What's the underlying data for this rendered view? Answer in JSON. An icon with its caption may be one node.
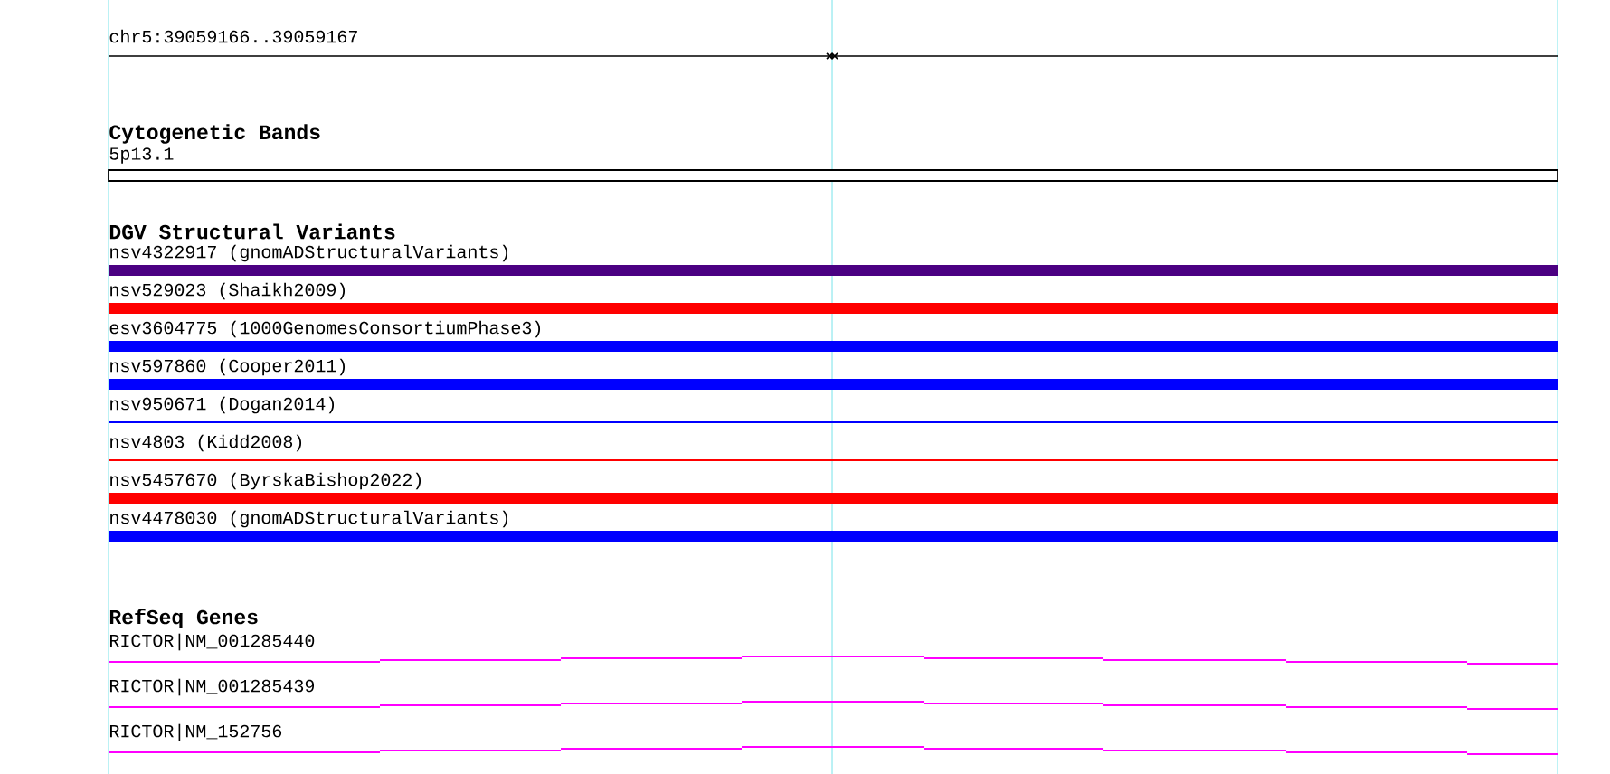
{
  "diagram": {
    "nodes": [
      {
        "text": [
          "5p13.1"
        ]
      },
      {
        "text": [
          "nsv4322917 (gnomADStructuralVariants)"
        ]
      },
      {
        "text": [
          "nsv529023 (Shaikh2009)"
        ]
      },
      {
        "text": [
          "esv3604775 (1000GenomesConsortiumPhase3)"
        ]
      },
      {
        "text": [
          "nsv597860 (Cooper2011)"
        ]
      },
      {
        "text": [
          "nsv950671 (Dogan2014)"
        ]
      },
      {
        "text": [
          "nsv4803 (Kidd2008)"
        ]
      },
      {
        "text": [
          "nsv5457670 (ByrskaBishop2022)"
        ]
      },
      {
        "text": [
          "nsv4478030 (gnomADStructuralVariants)"
        ]
      },
      {
        "text": [
          "RICTOR|NM_001285440"
        ]
      },
      {
        "text": [
          "RICTOR|NM_001285439"
        ]
      },
      {
        "text": [
          "RICTOR|NM_152756"
        ]
      }
    ],
    "labels": [
      "chr5:39059166..39059167",
      "Cytogenetic Bands",
      "DGV Structural Variants",
      "RefSeq Genes"
    ]
  }
}
